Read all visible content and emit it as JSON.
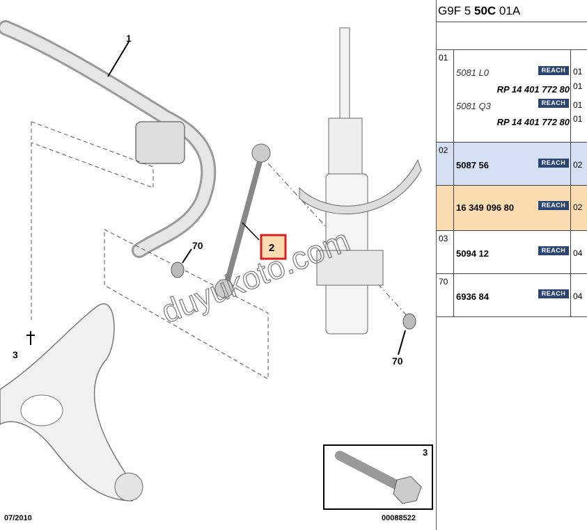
{
  "header": {
    "code_prefix": "G9F 5",
    "code_bold": "50C",
    "code_suffix": "01A"
  },
  "diagram": {
    "labels": [
      "1",
      "2",
      "3",
      "70",
      "70",
      "3"
    ],
    "date": "07/2010",
    "drawing_number": "00088522",
    "watermark": "duyukoto.com"
  },
  "parts": {
    "row01": {
      "pos": "01",
      "items": [
        {
          "ref": "5081 L0",
          "badge": "REACH",
          "qty": "01",
          "rp": "RP 14 401 772 80",
          "rp_qty": "01"
        },
        {
          "ref": "5081 Q3",
          "badge": "REACH",
          "qty": "01",
          "rp": "RP 14 401 772 80",
          "rp_qty": "01"
        }
      ]
    },
    "row02a": {
      "pos": "02",
      "ref": "5087 56",
      "badge": "REACH",
      "qty": "02"
    },
    "row02b": {
      "ref": "16 349 096 80",
      "badge": "REACH",
      "qty": "02"
    },
    "row03": {
      "pos": "03",
      "ref": "5094 12",
      "badge": "REACH",
      "qty": "04"
    },
    "row70": {
      "pos": "70",
      "ref": "6936 84",
      "badge": "REACH",
      "qty": "04"
    }
  },
  "colors": {
    "highlight_blue": "#d6e0f5",
    "highlight_orange": "#fadcb0",
    "badge": "#2a4574",
    "callout": "#d42020"
  }
}
